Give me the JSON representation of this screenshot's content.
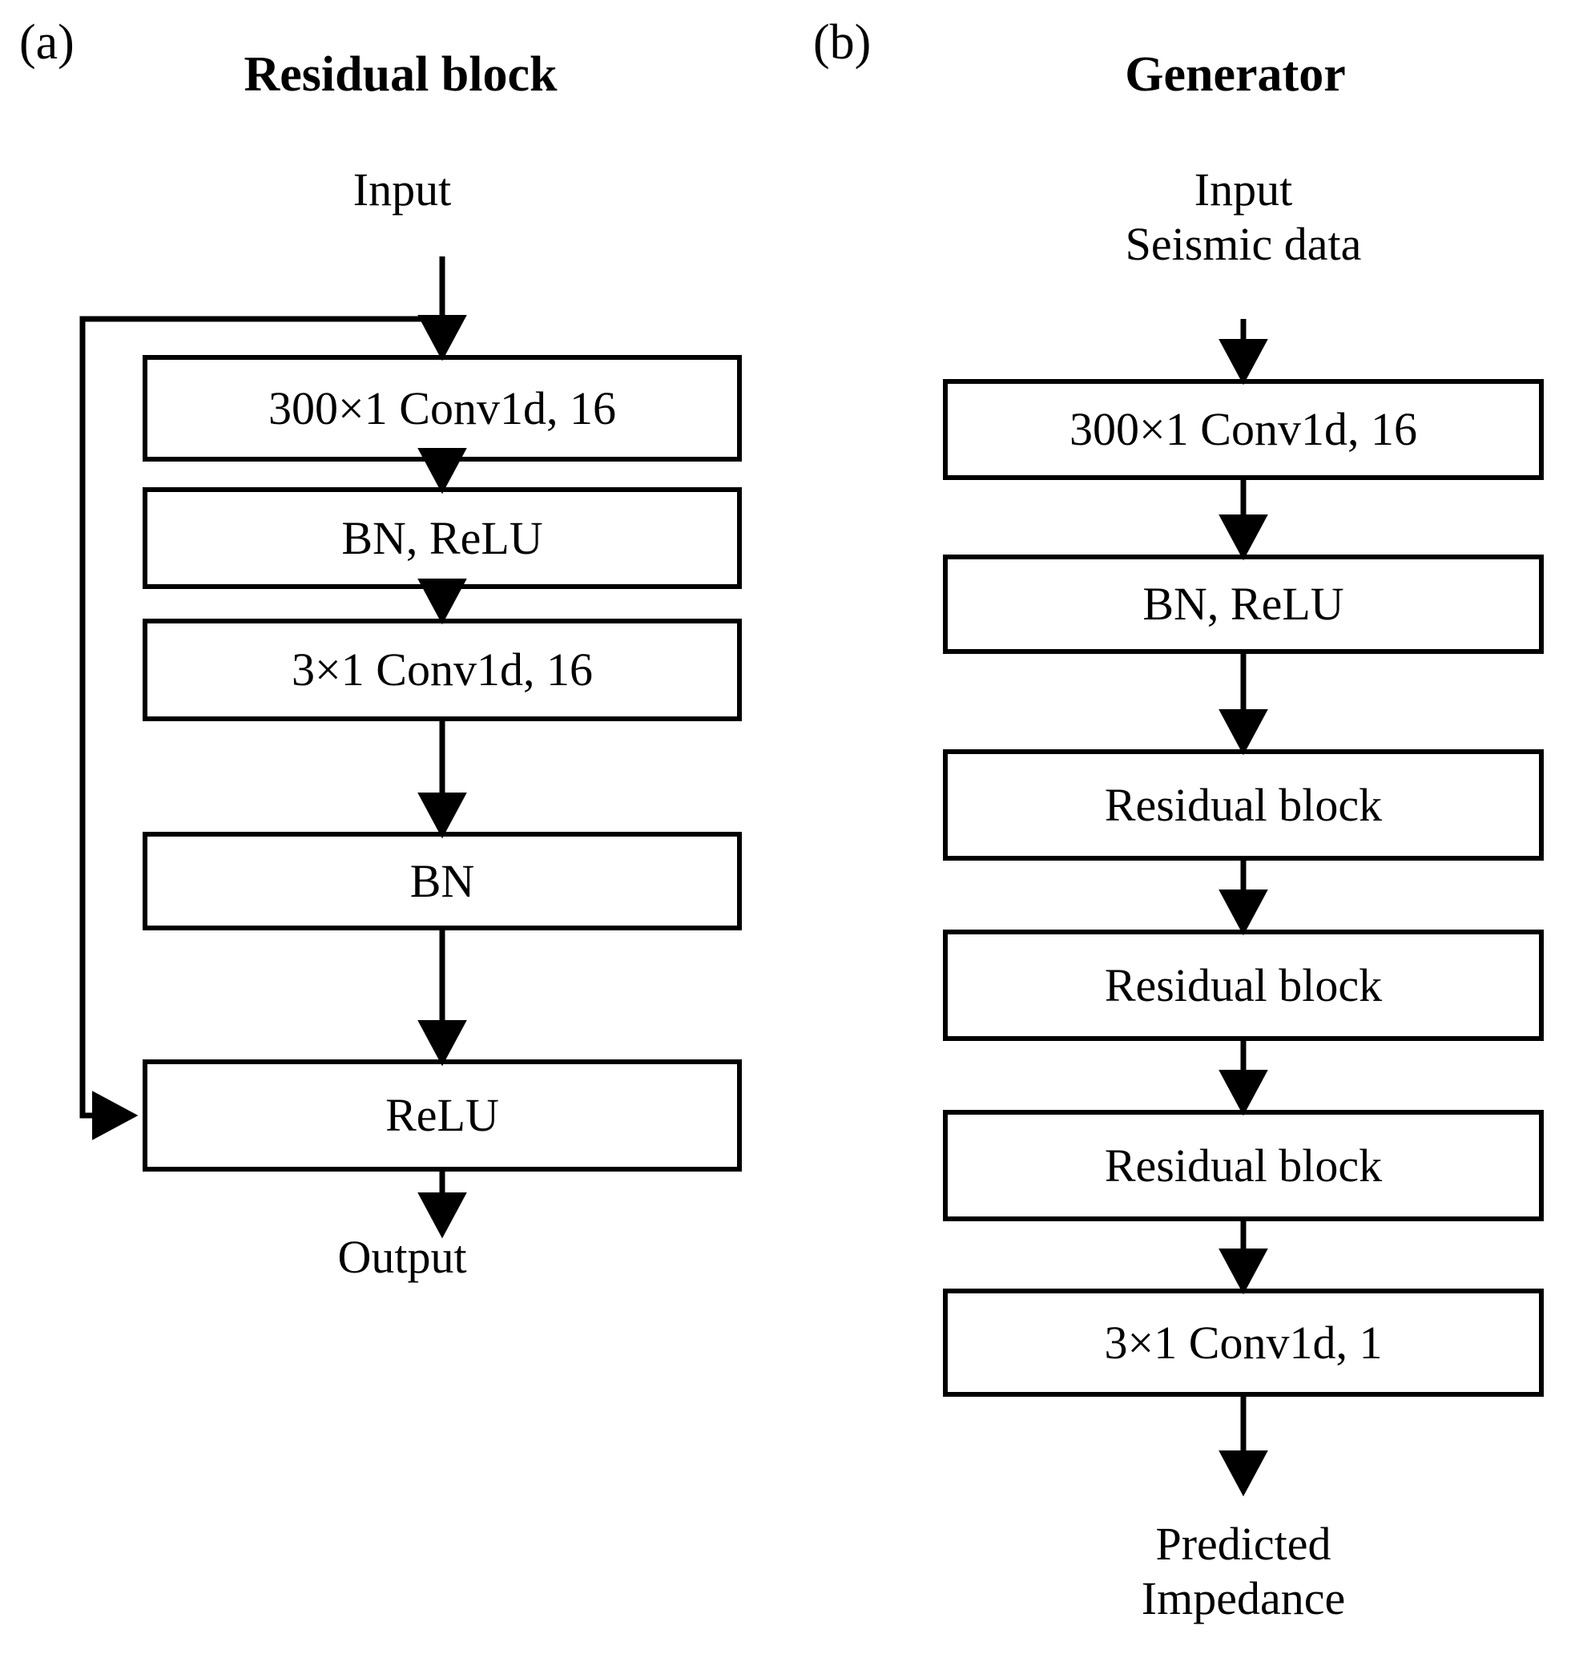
{
  "figure": {
    "panels": [
      {
        "tag": "(a)",
        "title": "Residual block",
        "input_label": "Input",
        "output_label": "Output",
        "nodes": [
          {
            "label": "300×1  Conv1d, 16"
          },
          {
            "label": "BN, ReLU"
          },
          {
            "label": "3×1  Conv1d, 16"
          },
          {
            "label": "BN"
          },
          {
            "label": "ReLU"
          }
        ],
        "skip_connection": "input-to-relu-shortcut"
      },
      {
        "tag": "(b)",
        "title": "Generator",
        "input_label": "Input\nSeismic data",
        "output_label": "Predicted\nImpedance",
        "nodes": [
          {
            "label": "300×1  Conv1d, 16"
          },
          {
            "label": "BN, ReLU"
          },
          {
            "label": "Residual block"
          },
          {
            "label": "Residual block"
          },
          {
            "label": "Residual block"
          },
          {
            "label": "3×1  Conv1d, 1"
          }
        ]
      }
    ],
    "colors": {
      "stroke": "#000000",
      "fill": "#ffffff",
      "text": "#000000"
    }
  }
}
